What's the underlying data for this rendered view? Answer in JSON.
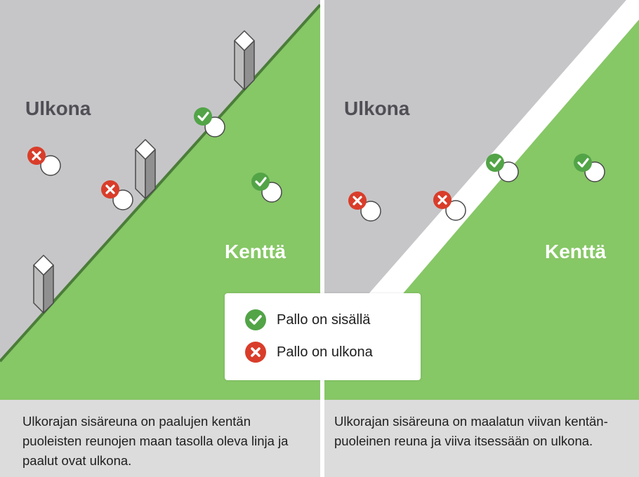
{
  "colors": {
    "outside": "#c6c6c8",
    "course": "#86c766",
    "boundary_line": "#4b7d39",
    "white_line": "#ffffff",
    "caption_bg": "#dcdcdc",
    "inside_mark": "#52a447",
    "outside_mark": "#d93d2a",
    "label": "#4f4f55"
  },
  "left_panel": {
    "outside_label": "Ulkona",
    "course_label": "Kenttä",
    "caption": "Ulkorajan sisäreuna on paalujen kentän puoleisten reunojen maan tasolla oleva linja ja paalut ovat ulkona."
  },
  "right_panel": {
    "outside_label": "Ulkona",
    "course_label": "Kenttä",
    "caption": "Ulkorajan sisäreuna on maalatun viivan kentän-puoleinen reuna ja viiva itsessään on ulkona."
  },
  "legend": {
    "inside_label": "Pallo on sisällä",
    "inside_icon": "check-icon",
    "outside_label": "Pallo on ulkona",
    "outside_icon": "cross-icon"
  }
}
